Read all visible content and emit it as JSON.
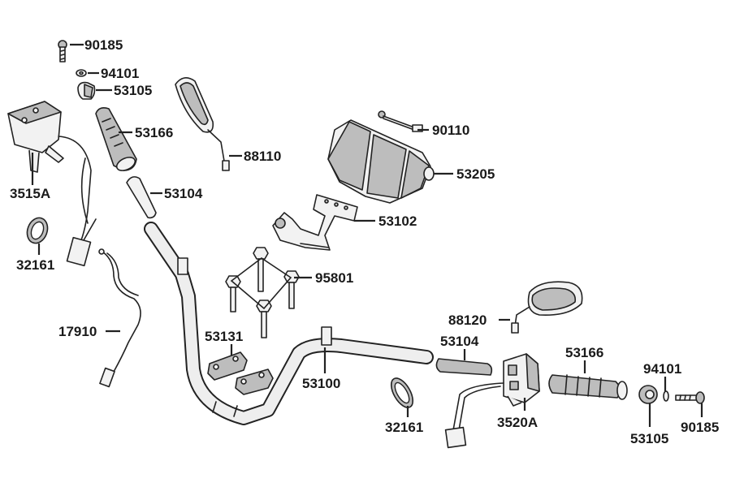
{
  "labels": {
    "l90185_top": "90185",
    "l94101_top": "94101",
    "l53105_top": "53105",
    "l53166_top": "53166",
    "l88110": "88110",
    "l3515A": "3515A",
    "l53104_top": "53104",
    "l32161_left": "32161",
    "l17910": "17910",
    "l90110": "90110",
    "l53205": "53205",
    "l53102": "53102",
    "l95801": "95801",
    "l53131": "53131",
    "l53100": "53100",
    "l88120": "88120",
    "l53104_right": "53104",
    "l53166_right": "53166",
    "l94101_right": "94101",
    "l32161_bottom": "32161",
    "l3520A": "3520A",
    "l53105_bottom": "53105",
    "l90185_bottom": "90185"
  },
  "colors": {
    "line": "#222222",
    "part_fill": "#f2f2f2",
    "shade": "#bdbdbd",
    "background": "#ffffff"
  }
}
